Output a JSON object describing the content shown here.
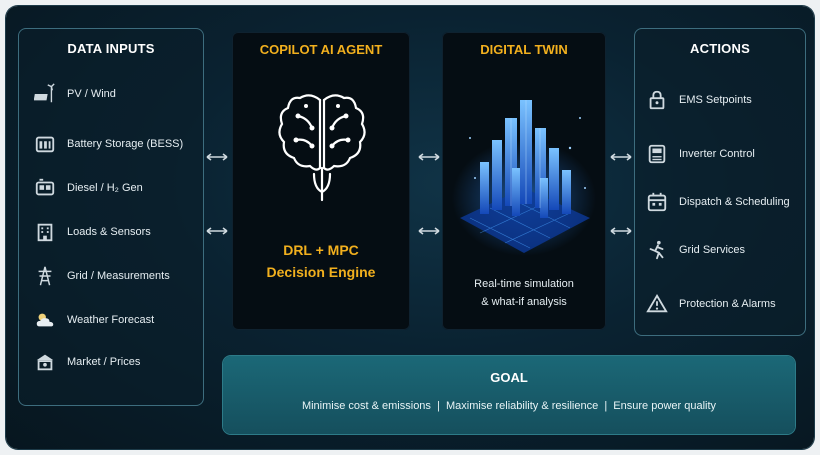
{
  "inputs": {
    "title": "DATA INPUTS",
    "items": [
      {
        "label": "PV / Wind",
        "icon": "solar-wind-icon"
      },
      {
        "label": "Battery Storage (BESS)",
        "icon": "battery-icon"
      },
      {
        "label": "Diesel / H₂ Gen",
        "icon": "generator-icon"
      },
      {
        "label": "Loads & Sensors",
        "icon": "building-icon"
      },
      {
        "label": "Grid / Measurements",
        "icon": "transmission-tower-icon"
      },
      {
        "label": "Weather Forecast",
        "icon": "weather-icon"
      },
      {
        "label": "Market / Prices",
        "icon": "market-icon"
      }
    ]
  },
  "agent": {
    "title": "COPILOT AI AGENT",
    "engine_line1": "DRL + MPC",
    "engine_line2": "Decision Engine"
  },
  "twin": {
    "title": "DIGITAL TWIN",
    "caption_line1": "Real-time simulation",
    "caption_line2": "& what-if analysis"
  },
  "actions": {
    "title": "ACTIONS",
    "items": [
      {
        "label": "EMS Setpoints",
        "icon": "lock-icon"
      },
      {
        "label": "Inverter Control",
        "icon": "inverter-icon"
      },
      {
        "label": "Dispatch & Scheduling",
        "icon": "calendar-icon"
      },
      {
        "label": "Grid Services",
        "icon": "person-energy-icon"
      },
      {
        "label": "Protection & Alarms",
        "icon": "warning-icon"
      }
    ]
  },
  "goal": {
    "title": "GOAL",
    "text": "Minimise cost & emissions  |  Maximise reliability & resilience  |  Ensure power quality"
  },
  "colors": {
    "accent": "#f2b01e",
    "panel_border": "#3d6d7e",
    "goal_bg": "#1b6877",
    "city_blue": "#2f8cff"
  }
}
